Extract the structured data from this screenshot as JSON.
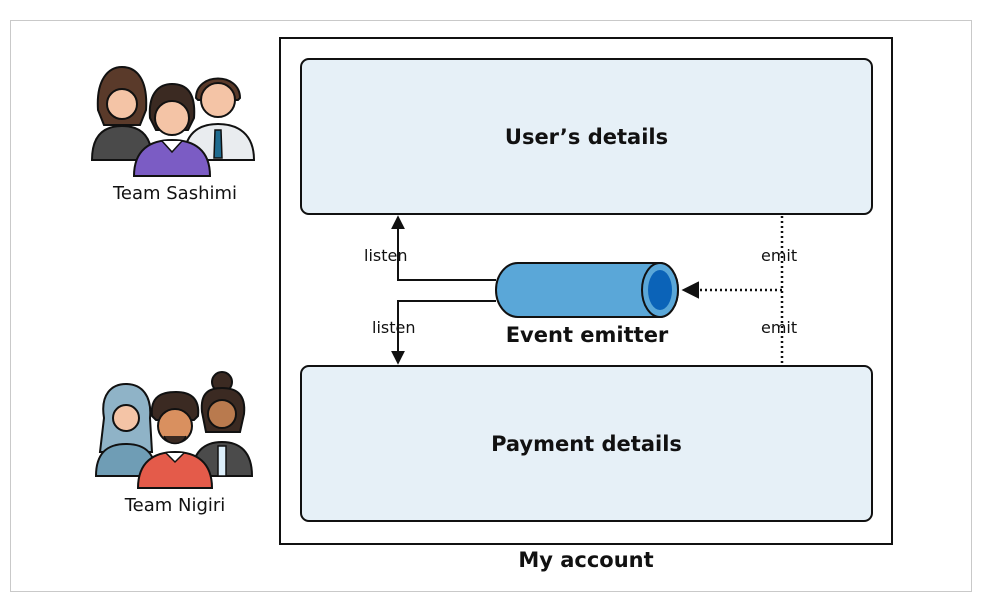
{
  "diagram": {
    "container_label": "My account",
    "top_panel_label": "User’s details",
    "bottom_panel_label": "Payment details",
    "emitter_label": "Event emitter",
    "listen_label_top": "listen",
    "listen_label_bottom": "listen",
    "emit_label_top": "emit",
    "emit_label_bottom": "emit"
  },
  "teams": [
    {
      "name": "Team Sashimi"
    },
    {
      "name": "Team Nigiri"
    }
  ],
  "colors": {
    "panel_fill": "#e6f0f7",
    "emitter_body": "#5aa7d8",
    "emitter_end": "#0b63b8",
    "outline": "#111111"
  }
}
